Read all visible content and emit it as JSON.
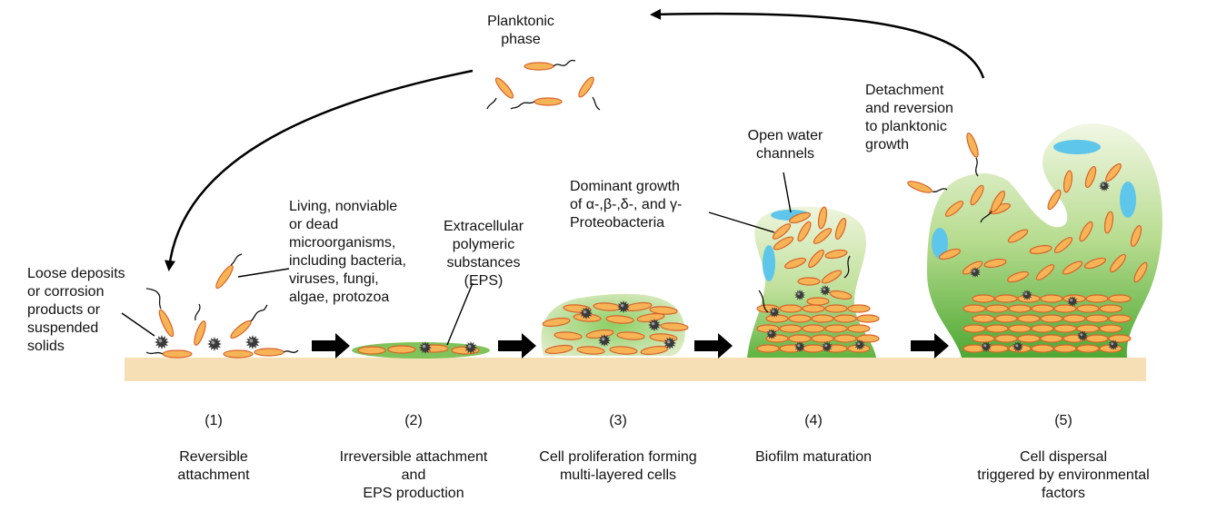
{
  "planktonic_label": "Planktonic\nphase",
  "annotations": {
    "loose_deposits": "Loose deposits\nor corrosion\nproducts or\nsuspended\nsolids",
    "microorganisms": "Living, nonviable\nor dead\nmicroorganisms,\nincluding bacteria,\nviruses, fungi,\nalgae, protozoa",
    "eps": "Extracellular\npolymeric\nsubstances\n(EPS)",
    "dominant_growth": "Dominant growth\nof α-,β-,δ-, and γ-\nProteobacteria",
    "water_channels": "Open water\nchannels",
    "detachment": "Detachment\nand reversion\nto planktonic\ngrowth"
  },
  "stages": [
    {
      "number": "(1)",
      "caption": "Reversible\nattachment"
    },
    {
      "number": "(2)",
      "caption": "Irreversible attachment\nand\nEPS production"
    },
    {
      "number": "(3)",
      "caption": "Cell proliferation forming\nmulti-layered cells"
    },
    {
      "number": "(4)",
      "caption": "Biofilm maturation"
    },
    {
      "number": "(5)",
      "caption": "Cell dispersal\ntriggered by environmental\nfactors"
    }
  ],
  "colors": {
    "surface": "#f6dfb4",
    "cell_fill": "#f7b456",
    "cell_stroke": "#d9622a",
    "eps_green": "#7fc35a",
    "eps_light": "#dcebc4",
    "water": "#5ec6ea",
    "particle": "#3a3a3a",
    "arrow": "#000000"
  }
}
